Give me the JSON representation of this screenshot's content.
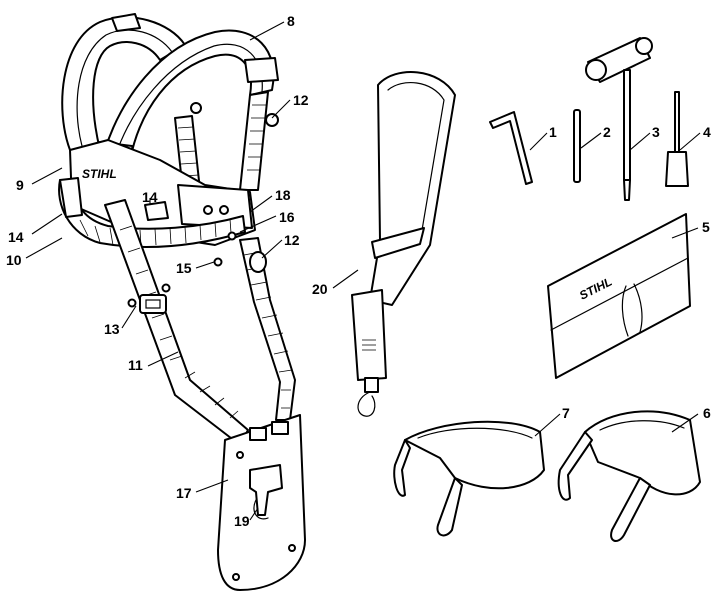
{
  "diagram": {
    "brand_text": "STIHL",
    "callouts": [
      {
        "id": "c1",
        "label": "1"
      },
      {
        "id": "c2",
        "label": "2"
      },
      {
        "id": "c3",
        "label": "3"
      },
      {
        "id": "c4",
        "label": "4"
      },
      {
        "id": "c5",
        "label": "5"
      },
      {
        "id": "c6",
        "label": "6"
      },
      {
        "id": "c7",
        "label": "7"
      },
      {
        "id": "c8",
        "label": "8"
      },
      {
        "id": "c9",
        "label": "9"
      },
      {
        "id": "c10",
        "label": "10"
      },
      {
        "id": "c11",
        "label": "11"
      },
      {
        "id": "c12a",
        "label": "12"
      },
      {
        "id": "c12b",
        "label": "12"
      },
      {
        "id": "c13",
        "label": "13"
      },
      {
        "id": "c14a",
        "label": "14"
      },
      {
        "id": "c14b",
        "label": "14"
      },
      {
        "id": "c15",
        "label": "15"
      },
      {
        "id": "c16",
        "label": "16"
      },
      {
        "id": "c17",
        "label": "17"
      },
      {
        "id": "c18",
        "label": "18"
      },
      {
        "id": "c19",
        "label": "19"
      },
      {
        "id": "c20",
        "label": "20"
      }
    ]
  }
}
